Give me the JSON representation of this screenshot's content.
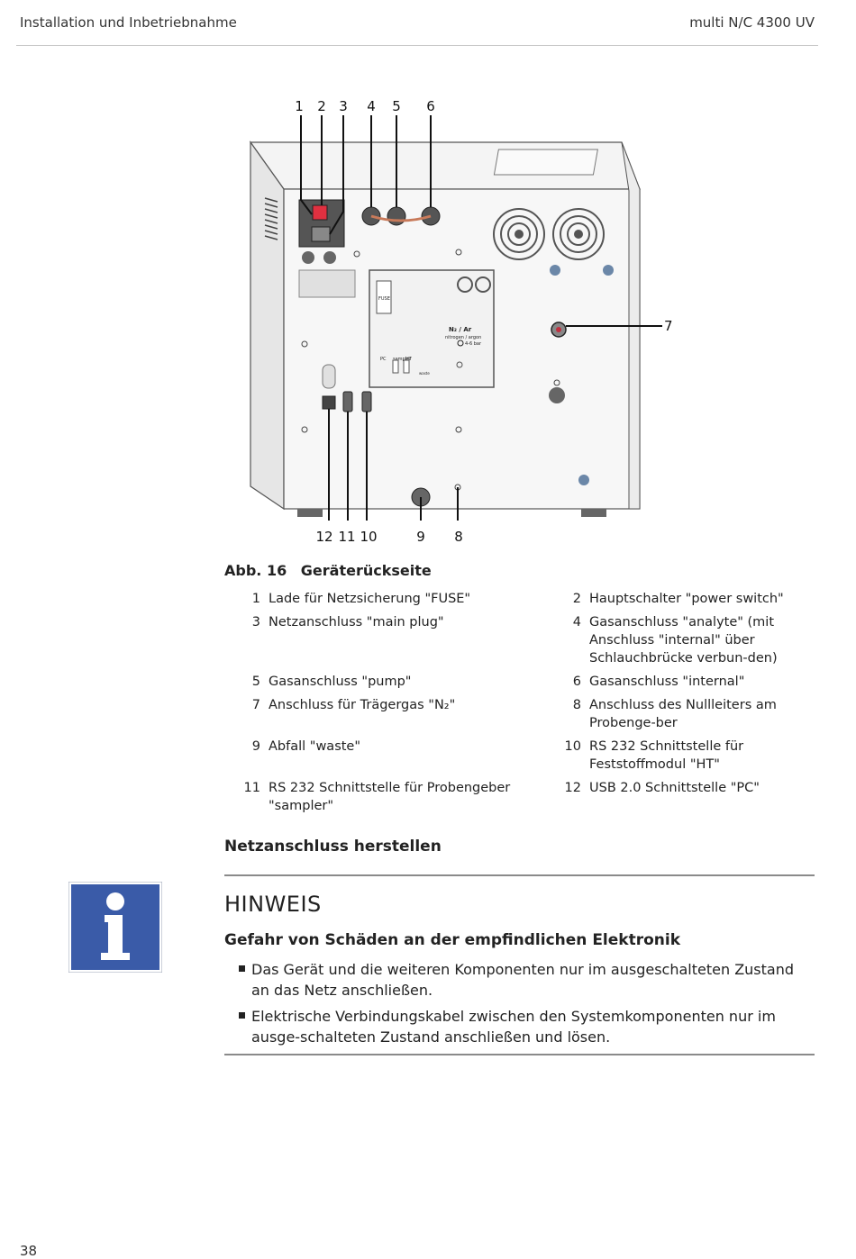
{
  "header": {
    "left": "Installation und Inbetriebnahme",
    "right": "multi N/C 4300 UV"
  },
  "figure": {
    "top_labels": [
      "1",
      "2",
      "3",
      "4",
      "5",
      "6"
    ],
    "side_label": "7",
    "bottom_labels": [
      "12",
      "11",
      "10",
      "9",
      "8"
    ],
    "panel_text": {
      "gas": "N₂ / Ar",
      "gas_sub": "nitrogen / argon",
      "pressure": "4-6 bar",
      "fuse": "FUSE",
      "pc": "PC",
      "sampler": "sampler",
      "ht": "HT",
      "waste": "waste"
    }
  },
  "caption": {
    "number": "Abb. 16",
    "title": "Geräterückseite"
  },
  "legend": [
    [
      {
        "n": "1",
        "t": "Lade für Netzsicherung \"FUSE\""
      },
      {
        "n": "2",
        "t": "Hauptschalter \"power switch\""
      }
    ],
    [
      {
        "n": "3",
        "t": "Netzanschluss \"main plug\""
      },
      {
        "n": "4",
        "t": "Gasanschluss \"analyte\" (mit Anschluss \"internal\" über Schlauchbrücke verbun-den)"
      }
    ],
    [
      {
        "n": "5",
        "t": "Gasanschluss \"pump\""
      },
      {
        "n": "6",
        "t": "Gasanschluss \"internal\""
      }
    ],
    [
      {
        "n": "7",
        "t": "Anschluss für Trägergas \"N₂\""
      },
      {
        "n": "8",
        "t": "Anschluss des Nullleiters am Probenge-ber"
      }
    ],
    [
      {
        "n": "9",
        "t": "Abfall \"waste\""
      },
      {
        "n": "10",
        "t": "RS 232 Schnittstelle für Feststoffmodul \"HT\""
      }
    ],
    [
      {
        "n": "11",
        "t": "RS 232 Schnittstelle für Probengeber \"sampler\""
      },
      {
        "n": "12",
        "t": "USB 2.0 Schnittstelle \"PC\""
      }
    ]
  ],
  "section": {
    "title": "Netzanschluss herstellen"
  },
  "notice": {
    "title": "HINWEIS",
    "subtitle": "Gefahr von Schäden an der empfindlichen Elektronik",
    "icon": "info-icon",
    "bullets": [
      "Das Gerät und die weiteren Komponenten nur im ausgeschalteten Zustand an das Netz anschließen.",
      "Elektrische Verbindungskabel zwischen den Systemkomponenten nur im ausge-schalteten Zustand anschließen und lösen."
    ]
  },
  "page_number": "38",
  "colors": {
    "info_blue": "#3a5ba8",
    "panel_gray": "#f2f2f2",
    "switch_red": "#e03040"
  }
}
